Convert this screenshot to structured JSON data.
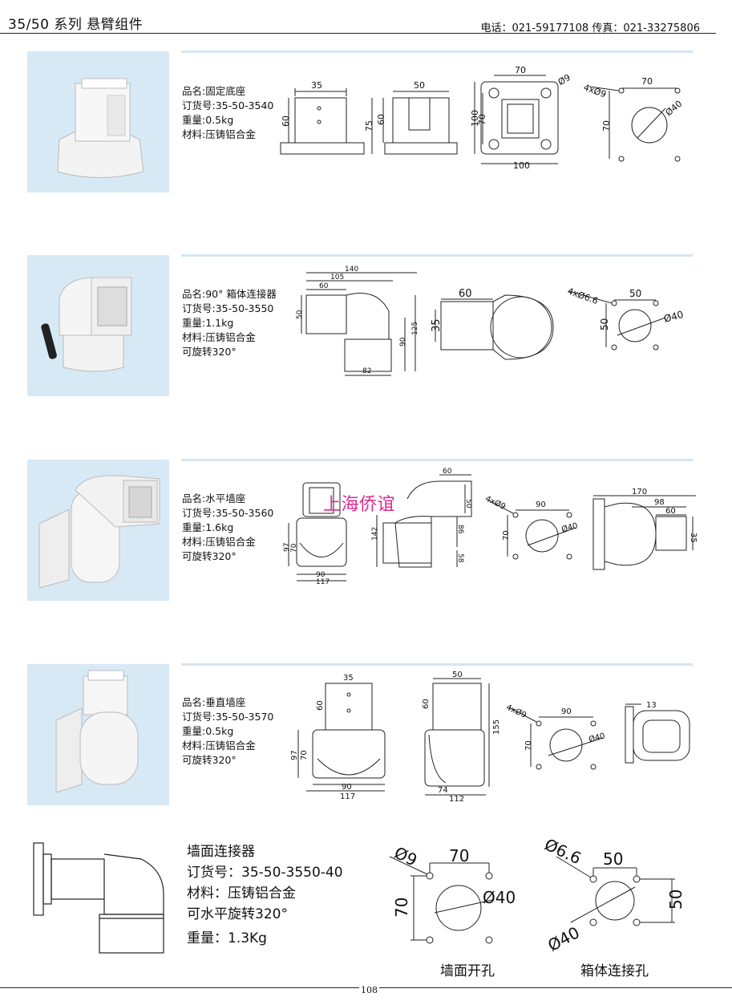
{
  "header": {
    "series_title": "35/50  系列  悬臂组件",
    "contact": "电话：021-59177108   传真：021-33275806"
  },
  "products": [
    {
      "name": "品名:固定底座",
      "order_no": "订货号:35-50-3540",
      "weight": "重量:0.5kg",
      "material": "材料:压铸铝合金",
      "dims": {
        "w35": "35",
        "h60": "60",
        "w50": "50",
        "h75": "75",
        "h60b": "60",
        "w70": "70",
        "d9": "Ø9",
        "h100": "100",
        "h70": "70",
        "w100": "100",
        "holes": "4xØ9",
        "hw70": "70",
        "hh70": "70",
        "d40": "Ø40"
      }
    },
    {
      "name": "品名:90° 箱体连接器",
      "order_no": "订货号:35-50-3550",
      "weight": "重量:1.1kg",
      "material": "材料:压铸铝合金",
      "rotate": "可旋转320°",
      "dims": {
        "w140": "140",
        "w105": "105",
        "w60": "60",
        "h50": "50",
        "h90": "90",
        "h125": "125",
        "w82": "82",
        "w60b": "60",
        "h35": "35",
        "holes": "4xØ6.6",
        "hw50": "50",
        "hh50": "50",
        "d40": "Ø40"
      }
    },
    {
      "name": "品名:水平墙座",
      "order_no": "订货号:35-50-3560",
      "weight": "重量:1.6kg",
      "material": "材料:压铸铝合金",
      "rotate": "可旋转320°",
      "dims": {
        "h97": "97",
        "h70": "70",
        "w90": "90",
        "w117": "117",
        "h142": "142",
        "w60": "60",
        "h50": "50",
        "h86": "86",
        "h58": "58",
        "holes": "4xØ9",
        "hw90": "90",
        "hh70": "70",
        "d40": "Ø40",
        "w170": "170",
        "w98": "98",
        "w60b": "60",
        "h35": "35"
      }
    },
    {
      "name": "品名:垂直墙座",
      "order_no": "订货号:35-50-3570",
      "weight": "重量:0.5kg",
      "material": "材料:压铸铝合金",
      "rotate": "可旋转320°",
      "dims": {
        "w35": "35",
        "h60": "60",
        "h97": "97",
        "h70": "70",
        "w90": "90",
        "w117": "117",
        "w50": "50",
        "h60b": "60",
        "h155": "155",
        "w74": "74",
        "w112": "112",
        "holes": "4xØ9",
        "hw90": "90",
        "hh70": "70",
        "d40": "Ø40",
        "w13": "13"
      }
    }
  ],
  "wall_connector": {
    "name": "墙面连接器",
    "order_no": "订货号：35-50-3550-40",
    "material": "材料：压铸铝合金",
    "rotate": "可水平旋转320°",
    "weight": "重量：1.3Kg",
    "wall": {
      "d9": "Ø9",
      "w70": "70",
      "h70": "70",
      "d40": "Ø40"
    },
    "box": {
      "d66": "Ø6.6",
      "w50": "50",
      "h50": "50",
      "d40": "Ø40"
    },
    "cap_wall": "墙面开孔",
    "cap_box": "箱体连接孔"
  },
  "watermark": "上海侨谊",
  "page_number": "108"
}
